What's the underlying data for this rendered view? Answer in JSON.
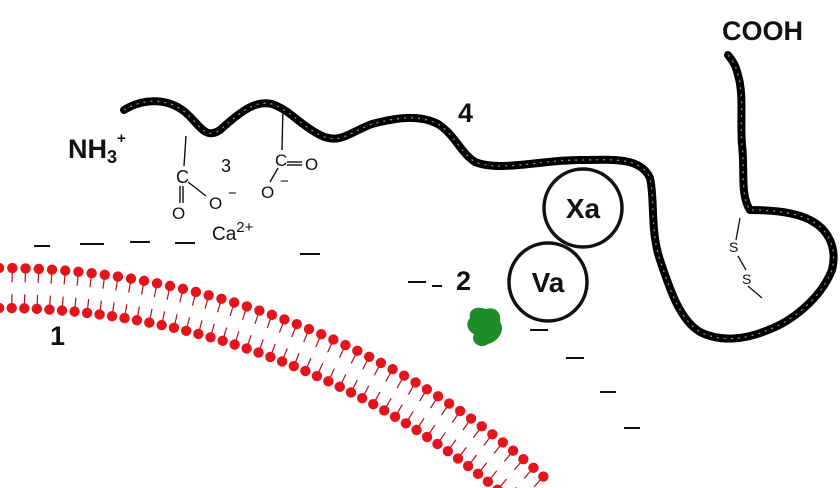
{
  "labels": {
    "n1": "1",
    "n2": "2",
    "n3": "3",
    "n4": "4",
    "cooh": "COOH",
    "nh3": "NH",
    "nh3_sub": "3",
    "nh3_sup": "+",
    "xa": "Xa",
    "va": "Va",
    "ca": "Ca",
    "ca_sup": "2+",
    "s1": "S",
    "s2": "S"
  },
  "chem": {
    "c1": "C",
    "o_left1": "O",
    "o_left2": "O",
    "o_left2_sup": "−",
    "c2": "C",
    "o_right1": "O",
    "o_right2": "O",
    "o_right2_sup": "−"
  },
  "colors": {
    "membrane_head": "#e4141c",
    "membrane_tail": "#b01018",
    "protein_patch": "#1e8c28",
    "chain": "#000000",
    "text": "#111111"
  }
}
